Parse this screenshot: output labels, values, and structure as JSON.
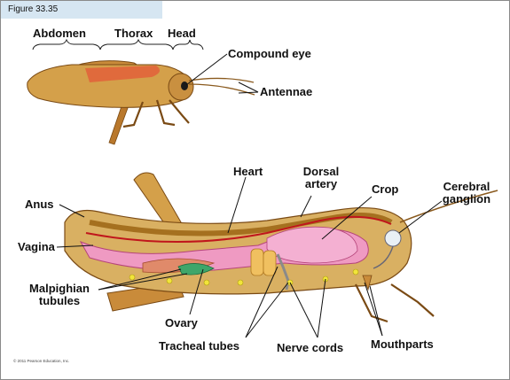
{
  "figure_label": "Figure 33.35",
  "copyright": "© 2011 Pearson Education, Inc.",
  "labels": {
    "abdomen": "Abdomen",
    "thorax": "Thorax",
    "head": "Head",
    "compound_eye": "Compound eye",
    "antennae": "Antennae",
    "heart": "Heart",
    "dorsal_artery": [
      "Dorsal",
      "artery"
    ],
    "crop": "Crop",
    "cerebral_ganglion": [
      "Cerebral",
      "ganglion"
    ],
    "anus": "Anus",
    "vagina": "Vagina",
    "malpighian_tubules": [
      "Malpighian",
      "tubules"
    ],
    "ovary": "Ovary",
    "tracheal_tubes": "Tracheal tubes",
    "nerve_cords": "Nerve cords",
    "mouthparts": "Mouthparts"
  },
  "colors": {
    "body": "#d4a04a",
    "body_dark": "#8a5a1e",
    "gut": "#e98bb8",
    "heart_line": "#c0161c",
    "malpighian": "#3ea66a",
    "ovary": "#d98a6a",
    "nerve": "#f2e53a",
    "tab": "#d6e6f2"
  }
}
